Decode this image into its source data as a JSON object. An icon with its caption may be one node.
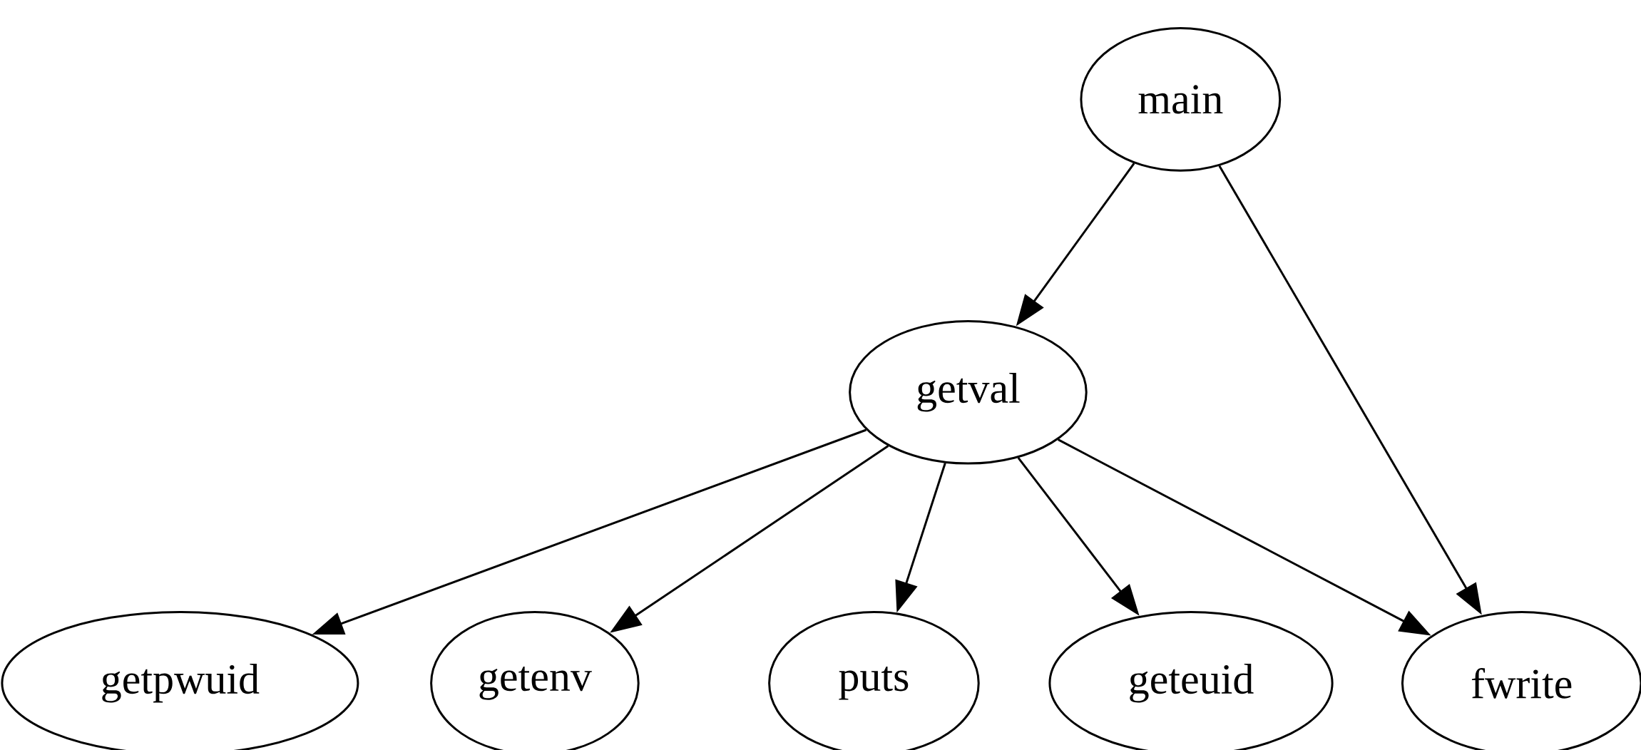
{
  "diagram": {
    "nodes": [
      {
        "text": [
          "main"
        ]
      },
      {
        "text": [
          "getval"
        ]
      },
      {
        "text": [
          "getpwuid"
        ]
      },
      {
        "text": [
          "getenv"
        ]
      },
      {
        "text": [
          "puts"
        ]
      },
      {
        "text": [
          "geteuid"
        ]
      },
      {
        "text": [
          "fwrite"
        ]
      }
    ],
    "edges": [
      {
        "from": 0,
        "to": 1,
        "arrow": "to"
      },
      {
        "from": 0,
        "to": 6,
        "arrow": "to"
      },
      {
        "from": 1,
        "to": 2,
        "arrow": "to"
      },
      {
        "from": 1,
        "to": 3,
        "arrow": "to"
      },
      {
        "from": 1,
        "to": 4,
        "arrow": "to"
      },
      {
        "from": 1,
        "to": 5,
        "arrow": "to"
      },
      {
        "from": 1,
        "to": 6,
        "arrow": "to"
      }
    ]
  }
}
